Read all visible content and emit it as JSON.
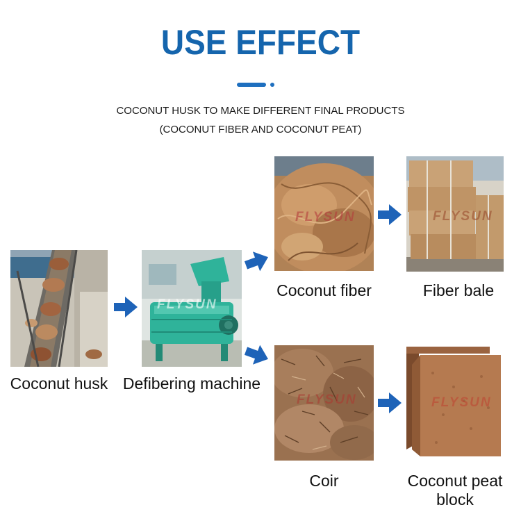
{
  "header": {
    "title": "USE EFFECT",
    "subtitle_line1": "COCONUT HUSK TO MAKE DIFFERENT FINAL PRODUCTS",
    "subtitle_line2": "(COCONUT FIBER AND COCONUT PEAT)"
  },
  "watermark": "FLYSUN",
  "colors": {
    "title": "#1565ad",
    "arrow": "#1e63b8",
    "machine_green": "#2fb39a"
  },
  "steps": {
    "husk": {
      "label": "Coconut husk"
    },
    "machine": {
      "label": "Defibering machine"
    },
    "fiber": {
      "label": "Coconut fiber"
    },
    "bale": {
      "label": "Fiber bale"
    },
    "coir": {
      "label": "Coir"
    },
    "peat_block": {
      "label_line1": "Coconut peat",
      "label_line2": "block"
    }
  },
  "arrows": [
    {
      "from": "husk",
      "to": "machine",
      "icon": "arrow-right-icon"
    },
    {
      "from": "machine",
      "to": "fiber",
      "icon": "arrow-up-right-icon"
    },
    {
      "from": "machine",
      "to": "coir",
      "icon": "arrow-down-right-icon"
    },
    {
      "from": "fiber",
      "to": "bale",
      "icon": "arrow-right-icon"
    },
    {
      "from": "coir",
      "to": "peat_block",
      "icon": "arrow-right-icon"
    }
  ]
}
